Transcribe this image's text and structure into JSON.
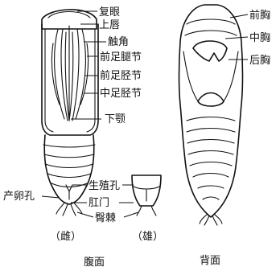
{
  "ventral_view": {
    "caption": "腹面",
    "labels": {
      "compound_eye": "复眼",
      "upper_lip": "上唇",
      "antenna": "触角",
      "fore_femur": "前足腿节",
      "fore_tibia": "前足胫节",
      "mid_tibia": "中足胫节",
      "mandible": "下颚",
      "genital_pore": "生殖孔",
      "oviporus": "产卵孔",
      "anus": "肛门",
      "anal_gland": "臀棘"
    },
    "female_caption": "（雌）",
    "male_caption": "（雄）"
  },
  "dorsal_view": {
    "caption": "背面",
    "labels": {
      "prothorax": "前胸",
      "mesothorax": "中胸",
      "metathorax": "后胸"
    }
  }
}
